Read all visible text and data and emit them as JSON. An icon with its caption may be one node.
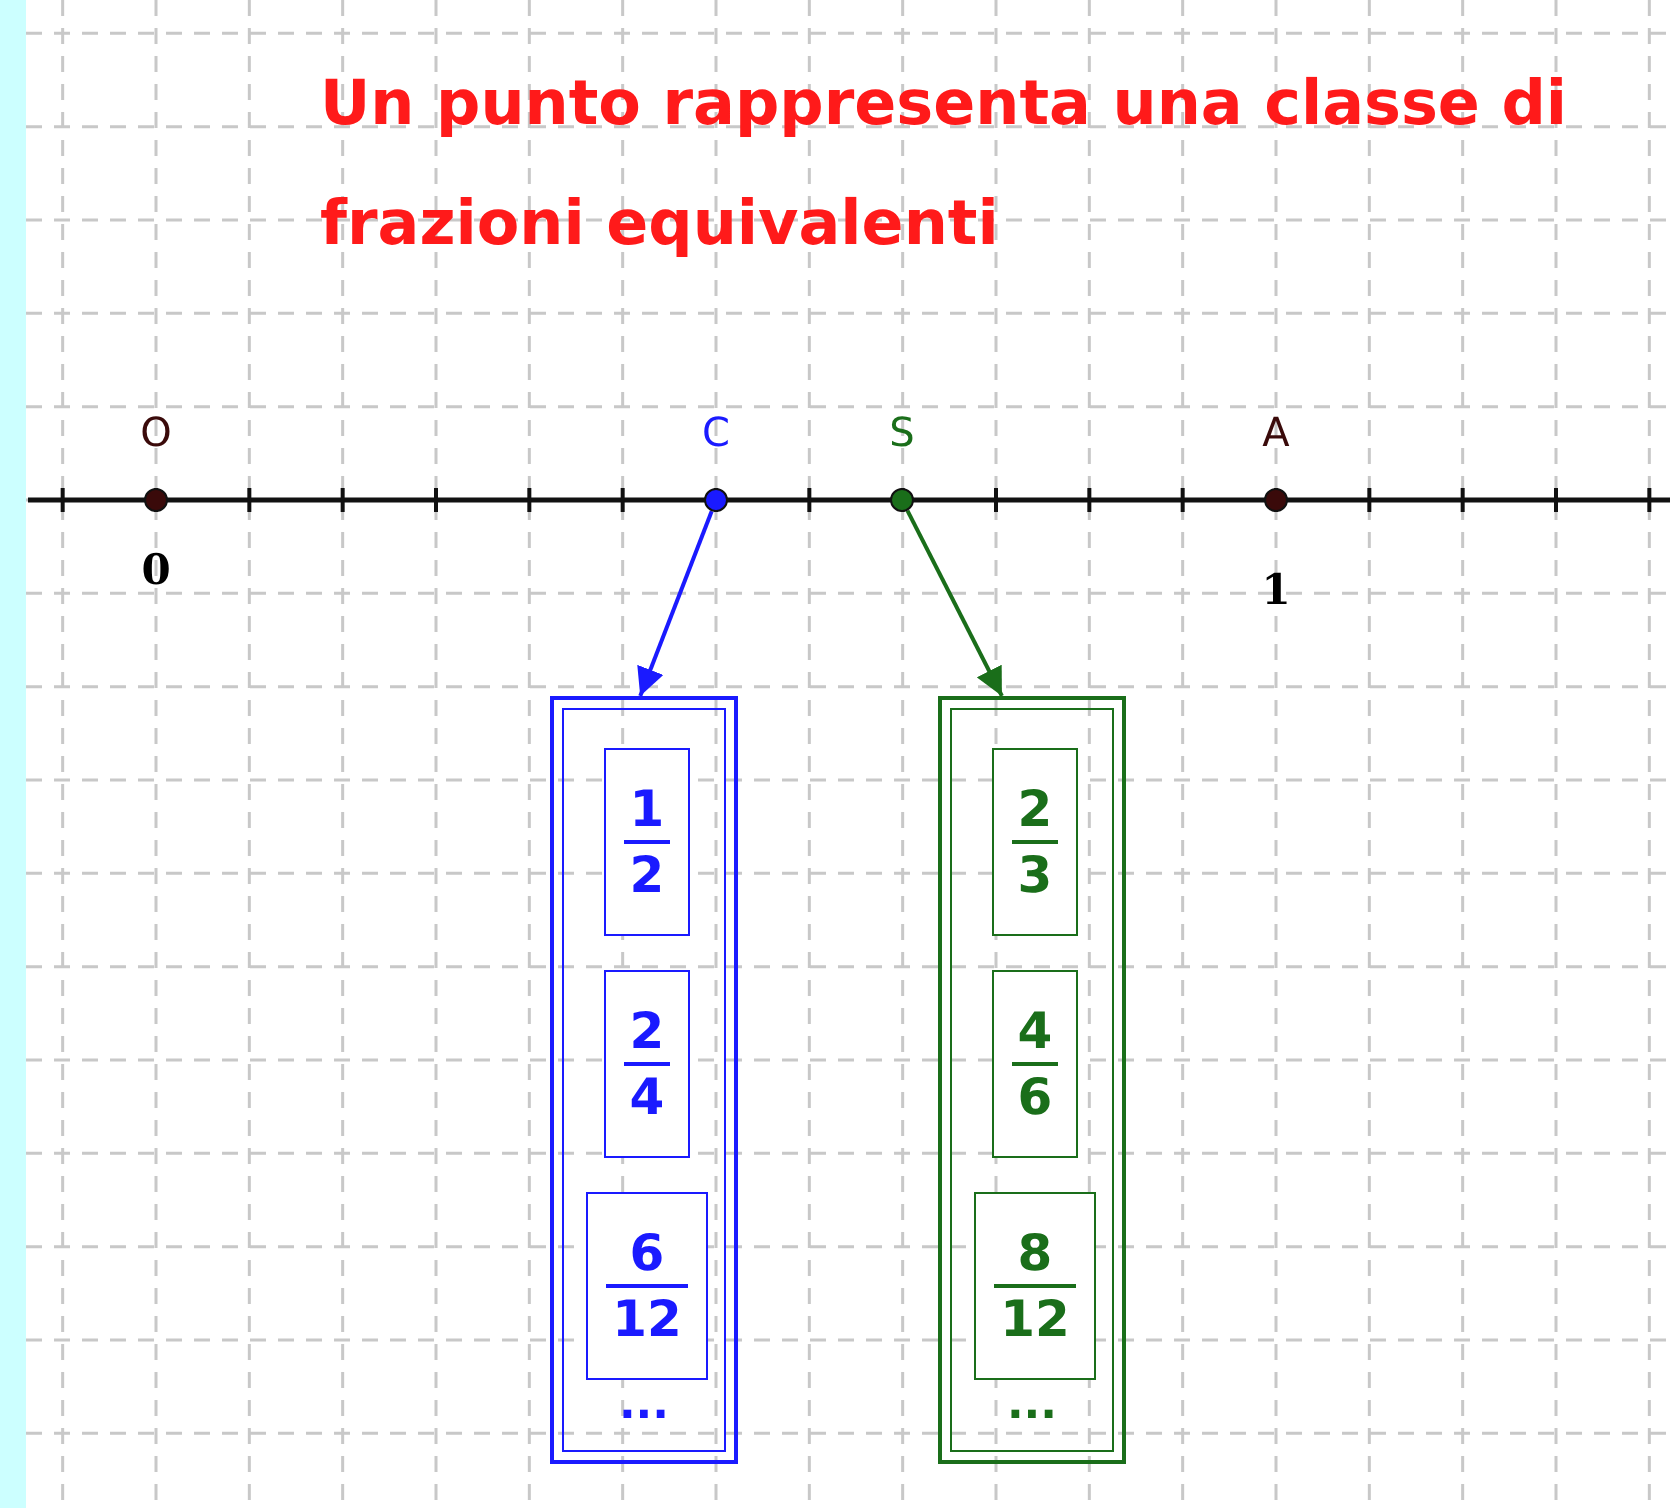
{
  "diagram": {
    "title": "Un punto rappresenta una classe di frazioni equivalenti",
    "nodes": [
      {
        "text": [
          "O"
        ],
        "beside": [
          "0"
        ]
      },
      {
        "text": [
          "C"
        ]
      },
      {
        "text": [
          "S"
        ]
      },
      {
        "text": [
          "A"
        ],
        "beside": [
          "1"
        ]
      },
      {
        "text": [
          "..."
        ]
      },
      {
        "text": [
          "1",
          "2"
        ],
        "in": 4
      },
      {
        "text": [
          "2",
          "4"
        ],
        "in": 4
      },
      {
        "text": [
          "6",
          "12"
        ],
        "in": 4
      },
      {
        "text": [
          "..."
        ]
      },
      {
        "text": [
          "2",
          "3"
        ],
        "in": 8
      },
      {
        "text": [
          "4",
          "6"
        ],
        "in": 8
      },
      {
        "text": [
          "8",
          "12"
        ],
        "in": 8
      }
    ],
    "edges": [
      {
        "from": 1,
        "to": 4,
        "arrow": "to",
        "color": "#1a1aff"
      },
      {
        "from": 2,
        "to": 8,
        "arrow": "to",
        "color": "#1a6e1a"
      }
    ]
  }
}
